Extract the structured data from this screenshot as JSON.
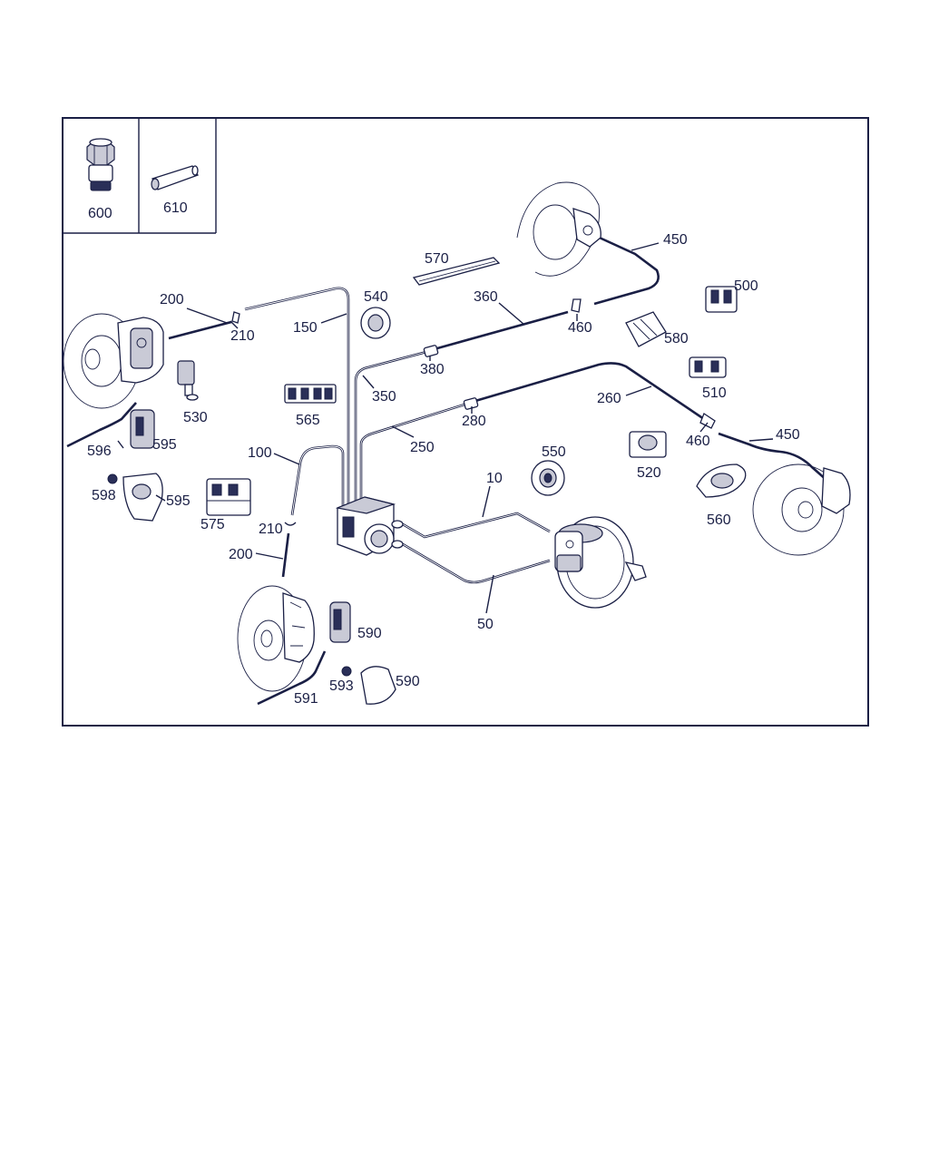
{
  "colors": {
    "ink": "#1a1f45",
    "paper": "#ffffff",
    "shade": "#c9cad6"
  },
  "inset_labels": {
    "nut": "600",
    "sleeve": "610"
  },
  "labels": {
    "l200_top": "200",
    "l210_top": "210",
    "l150": "150",
    "l540": "540",
    "l570": "570",
    "l360": "360",
    "l460_top": "460",
    "l450_top": "450",
    "l500": "500",
    "l580": "580",
    "l510": "510",
    "l380": "380",
    "l350": "350",
    "l565": "565",
    "l530": "530",
    "l596": "596",
    "l595_a": "595",
    "l100": "100",
    "l250": "250",
    "l280": "280",
    "l260": "260",
    "l460_mid": "460",
    "l450_mid": "450",
    "l520": "520",
    "l598": "598",
    "l595_b": "595",
    "l575": "575",
    "l210_mid": "210",
    "l550": "550",
    "l10": "10",
    "l560": "560",
    "l200_mid": "200",
    "l50": "50",
    "l590_a": "590",
    "l593": "593",
    "l590_b": "590",
    "l591": "591"
  }
}
